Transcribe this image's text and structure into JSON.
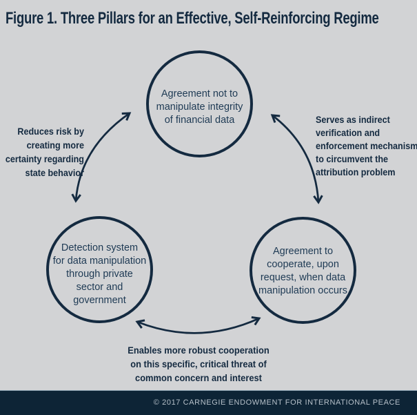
{
  "figure": {
    "title": "Figure 1. Three Pillars for an Effective, Self-Reinforcing Regime"
  },
  "diagram": {
    "nodes": {
      "top": {
        "label": "Agreement not to\nmanipulate integrity\nof financial data"
      },
      "left": {
        "label": "Detection system\nfor data manipulation\nthrough private\nsector and\ngovernment"
      },
      "right": {
        "label": "Agreement to\ncooperate, upon\nrequest, when data\nmanipulation occurs"
      }
    },
    "edges": {
      "left_label": "Reduces risk by\ncreating more\ncertainty regarding\nstate behavior",
      "right_label": "Serves as indirect\nverification and\nenforcement mechanism\nto circumvent the\nattribution problem",
      "bottom_label": "Enables more robust cooperation\non this specific, critical threat of\ncommon concern and interest"
    }
  },
  "footer": {
    "copyright": "© 2017 CARNEGIE ENDOWMENT FOR INTERNATIONAL PEACE"
  },
  "colors": {
    "background": "#d2d3d5",
    "navy": "#142a40",
    "node_text": "#1e3a54",
    "footer_bar": "#0d2436",
    "footer_text": "#b6c0c9"
  }
}
